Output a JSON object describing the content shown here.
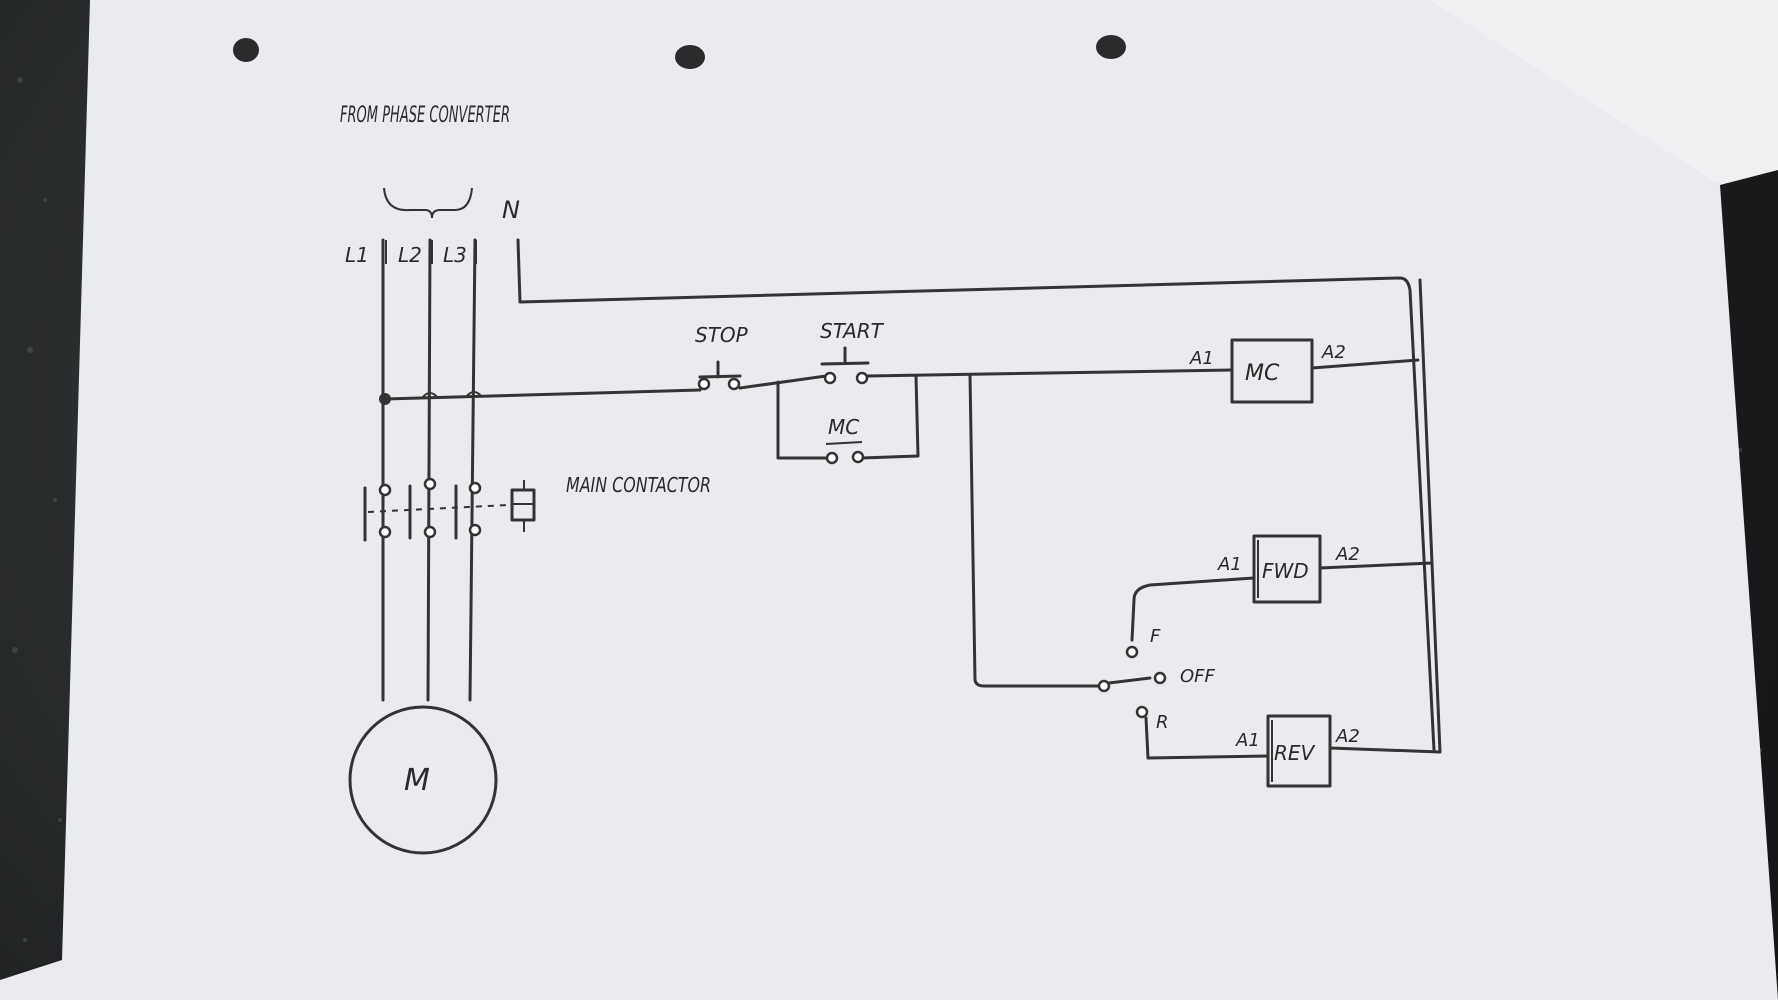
{
  "labels": {
    "source": "FROM PHASE CONVERTER",
    "neutral": "N",
    "l1": "L1",
    "l2": "L2",
    "l3": "L3",
    "stop": "STOP",
    "start": "START",
    "holding_contact": "MC",
    "main_contactor": "MAIN CONTACTOR",
    "motor": "M",
    "mc_a1": "A1",
    "mc_coil": "MC",
    "mc_a2": "A2",
    "fwd_a1": "A1",
    "fwd_coil": "FWD",
    "fwd_a2": "A2",
    "rev_a1": "A1",
    "rev_coil": "REV",
    "rev_a2": "A2",
    "switch_f": "F",
    "switch_off": "OFF",
    "switch_r": "R"
  },
  "colors": {
    "paper": "#e9ebee",
    "ink": "#333333",
    "background": "#222425"
  }
}
